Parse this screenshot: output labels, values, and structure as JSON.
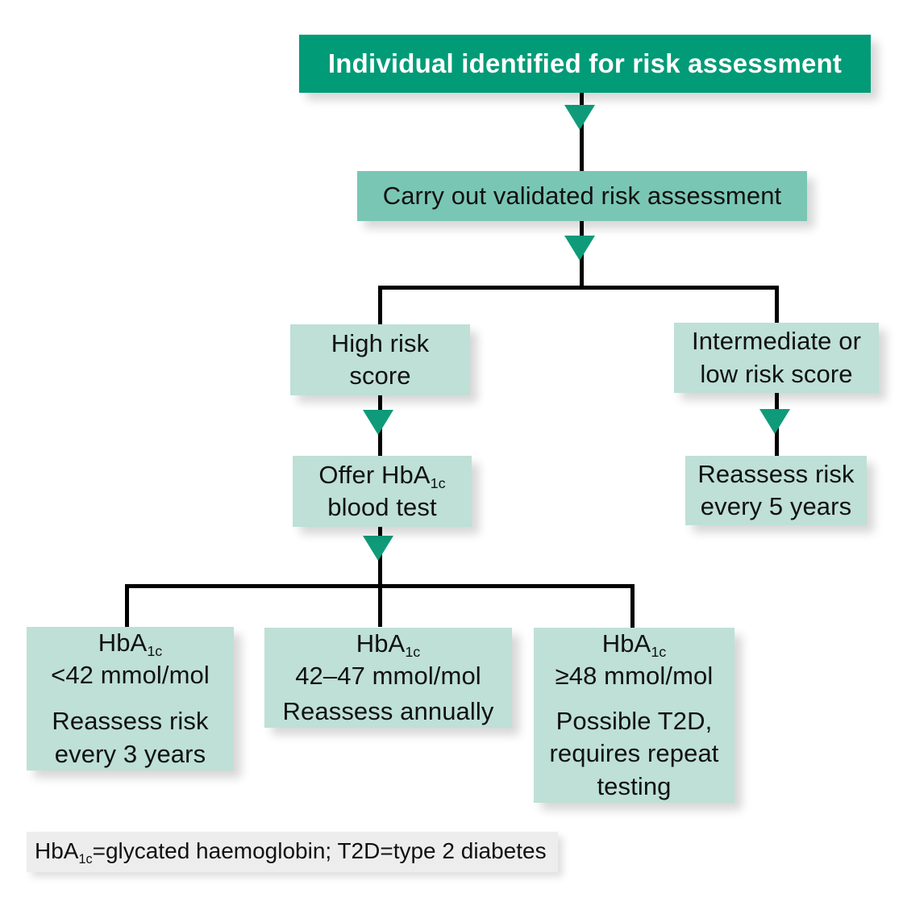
{
  "diagram": {
    "title": "Risk assessment pathway flowchart",
    "colors": {
      "header_fill": "#029B77",
      "mid_fill": "#7AC6B4",
      "light_fill": "#BEE0D6",
      "arrow_fill": "#0F9B79",
      "connector": "#000000",
      "footnote_bg": "#EDEDED",
      "text": "#111111",
      "header_text": "#FFFFFF",
      "page_bg": "#FFFFFF"
    },
    "nodes": {
      "start": {
        "text": "Individual identified for risk assessment"
      },
      "assessment": {
        "text": "Carry out validated risk assessment"
      },
      "high_risk": {
        "line1": "High risk",
        "line2": "score"
      },
      "intermediate_low_risk": {
        "line1": "Intermediate or",
        "line2": "low risk score"
      },
      "offer_test": {
        "line1_pre": "Offer HbA",
        "line1_sub": "1c",
        "line2": "blood test"
      },
      "reassess_5": {
        "line1": "Reassess risk",
        "line2": "every 5 years"
      },
      "hba1c_low": {
        "label_pre": "HbA",
        "label_sub": "1c",
        "value": "<42 mmol/mol",
        "action_line1": "Reassess risk",
        "action_line2": "every 3 years"
      },
      "hba1c_mid": {
        "label_pre": "HbA",
        "label_sub": "1c",
        "value": "42–47 mmol/mol",
        "action_line1": "Reassess annually",
        "action_line2": ""
      },
      "hba1c_high": {
        "label_pre": "HbA",
        "label_sub": "1c",
        "value": "≥48 mmol/mol",
        "action_line1": "Possible T2D,",
        "action_line2": "requires repeat",
        "action_line3": "testing"
      }
    },
    "footnote": {
      "pre": "HbA",
      "sub": "1c",
      "post": "=glycated haemoglobin; T2D=type 2 diabetes"
    }
  }
}
